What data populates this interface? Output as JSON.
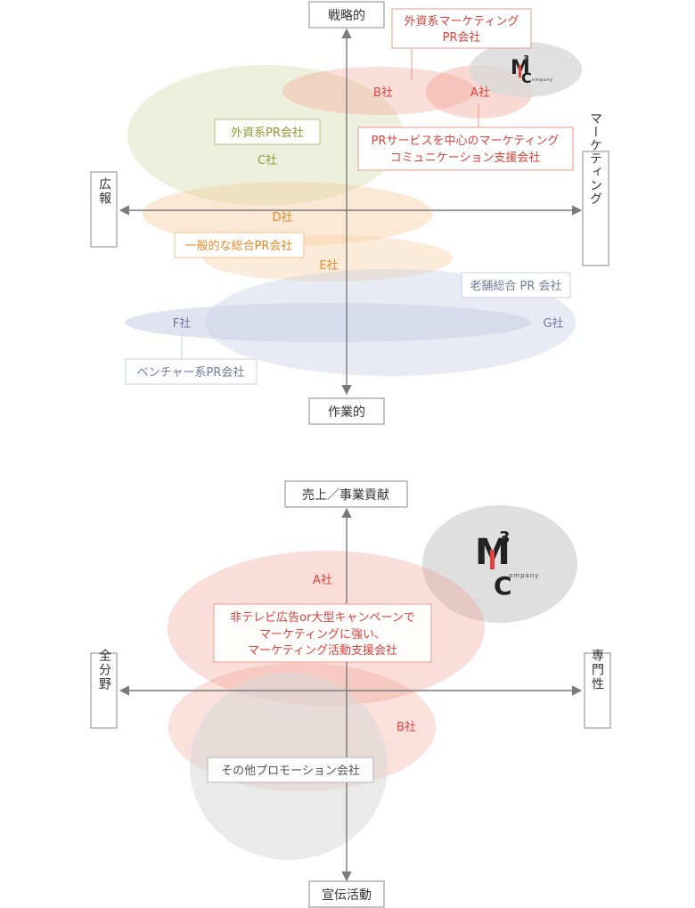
{
  "map1": {
    "axes": {
      "top": "戦略的",
      "bottom": "作業的",
      "left": "広報",
      "right": "マーケティング"
    },
    "companies": {
      "a": "A社",
      "b": "B社",
      "c": "C社",
      "d": "D社",
      "e": "E社",
      "f": "F社",
      "g": "G社"
    },
    "callouts": {
      "foreign_marketing": [
        "外資系マーケティング",
        "PR会社"
      ],
      "foreign_pr": "外資系PR会社",
      "pr_marketing": [
        "PRサービスを中心のマーケティング",
        "コミュニケーション支援会社"
      ],
      "general_pr": "一般的な総合PR会社",
      "established_pr": "老舗総合 PR 会社",
      "venture_pr": "ベンチャー系PR会社"
    },
    "logo": {
      "mark": "M",
      "sup": "3",
      "c": "C",
      "sub": "ompany"
    }
  },
  "map2": {
    "axes": {
      "top": "売上／事業貢献",
      "bottom": "宣伝活動",
      "left": "全分野",
      "right": "専門性"
    },
    "companies": {
      "a": "A社",
      "b": "B社"
    },
    "callouts": {
      "non_tv": [
        "非テレビ広告or大型キャンペーンで",
        "マーケティングに強い、",
        "マーケティング活動支援会社"
      ],
      "other_promo": "その他プロモーション会社"
    },
    "logo": {
      "mark": "M",
      "sup": "3",
      "c": "C",
      "sub": "ompany"
    }
  },
  "colors": {
    "red": "#e0413a",
    "olive": "#8a9a3b",
    "orange": "#e88a2a",
    "navy": "#6f7aa0",
    "axis": "#7a7a7a"
  }
}
